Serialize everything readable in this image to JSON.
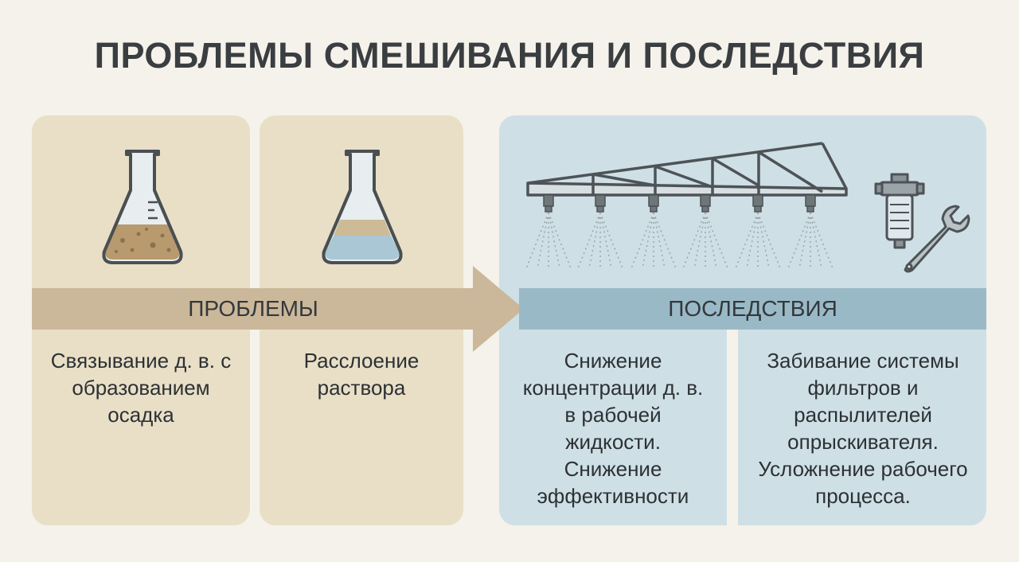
{
  "title": "ПРОБЛЕМЫ СМЕШИВАНИЯ И ПОСЛЕДСТВИЯ",
  "bands": {
    "problems": "ПРОБЛЕМЫ",
    "consequences": "ПОСЛЕДСТВИЯ"
  },
  "problems": [
    {
      "text": "Связывание д. в. с образованием осадка",
      "icon": "flask-sediment-icon"
    },
    {
      "text": "Расслоение раствора",
      "icon": "flask-layered-icon"
    }
  ],
  "consequences": [
    {
      "text": "Снижение концентрации д. в. в рабочей жидкости. Снижение эффективности",
      "icon": "sprayer-boom-icon"
    },
    {
      "text": "Забивание системы фильтров и распылителей опрыскивателя. Усложнение рабочего процесса.",
      "icon": "filter-wrench-icon"
    }
  ],
  "colors": {
    "background": "#f4f2ea",
    "problems_panel": "#e9dfc7",
    "problems_band": "#cbb89a",
    "consequences_panel": "#cfdfe6",
    "consequences_band": "#9ab9c6"
  }
}
